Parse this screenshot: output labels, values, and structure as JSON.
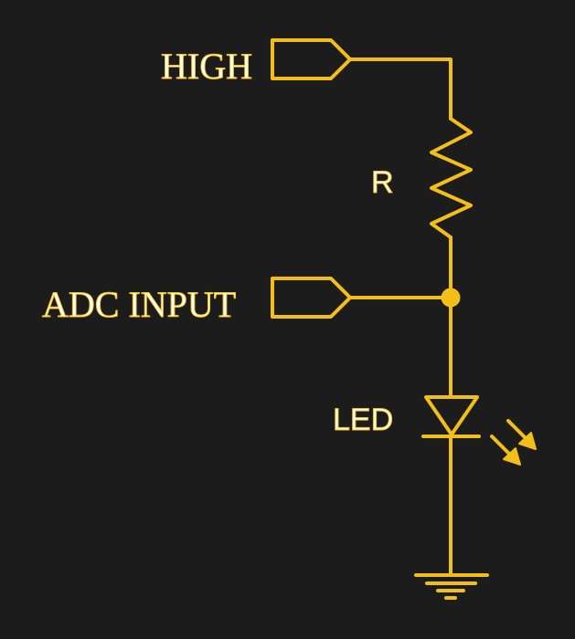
{
  "diagram": {
    "type": "circuit-schematic",
    "colors": {
      "background": "#1c1c1c",
      "wire": "#f2be1a",
      "text": "#ffffff"
    },
    "ports": [
      {
        "id": "high",
        "label": "HIGH"
      },
      {
        "id": "adc",
        "label": "ADC INPUT"
      }
    ],
    "components": [
      {
        "id": "resistor",
        "type": "resistor",
        "label": "R"
      },
      {
        "id": "led",
        "type": "led",
        "label": "LED"
      },
      {
        "id": "ground",
        "type": "ground",
        "label": ""
      }
    ],
    "connections": [
      [
        "HIGH",
        "R"
      ],
      [
        "R",
        "ADC INPUT"
      ],
      [
        "R",
        "LED"
      ],
      [
        "LED",
        "GND"
      ]
    ]
  }
}
